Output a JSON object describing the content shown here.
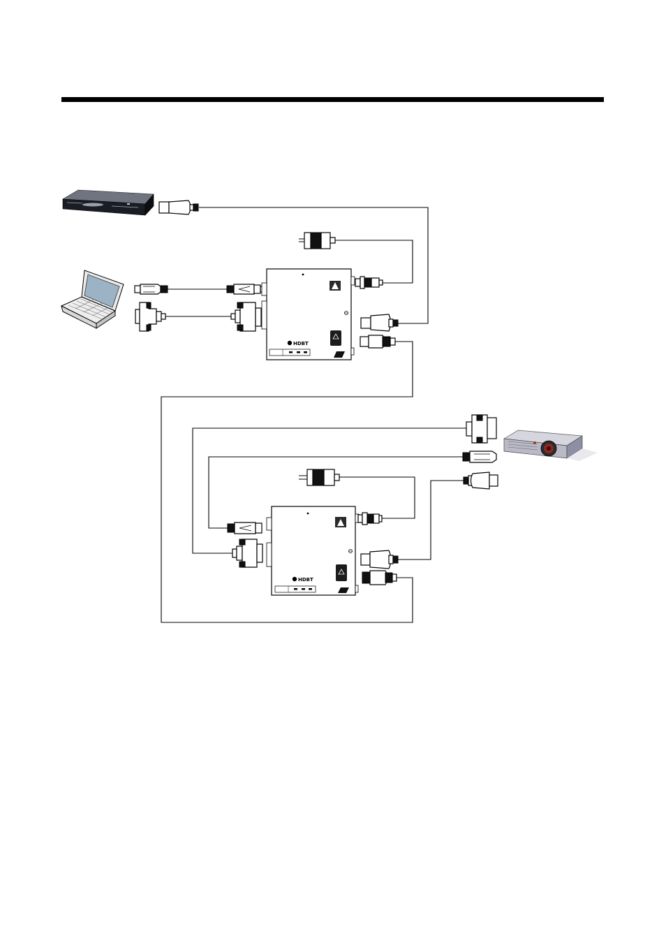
{
  "page": {
    "background": "#ffffff",
    "header_rule_color": "#000000"
  },
  "devices": {
    "source_player": {
      "icon": "dvd-player-icon"
    },
    "source_laptop": {
      "icon": "laptop-icon"
    },
    "display_projector": {
      "icon": "projector-icon"
    },
    "transmitter": {
      "icon": "extender-box-icon",
      "logo_text": "HDBT"
    },
    "receiver": {
      "icon": "extender-box-icon",
      "logo_text": "HDBT"
    }
  },
  "cables": {
    "hdmi": "hdmi-cable",
    "vga": "vga-cable",
    "audio": "audio-cable",
    "power": "power-adapter",
    "link": "rj45-link-cable"
  }
}
